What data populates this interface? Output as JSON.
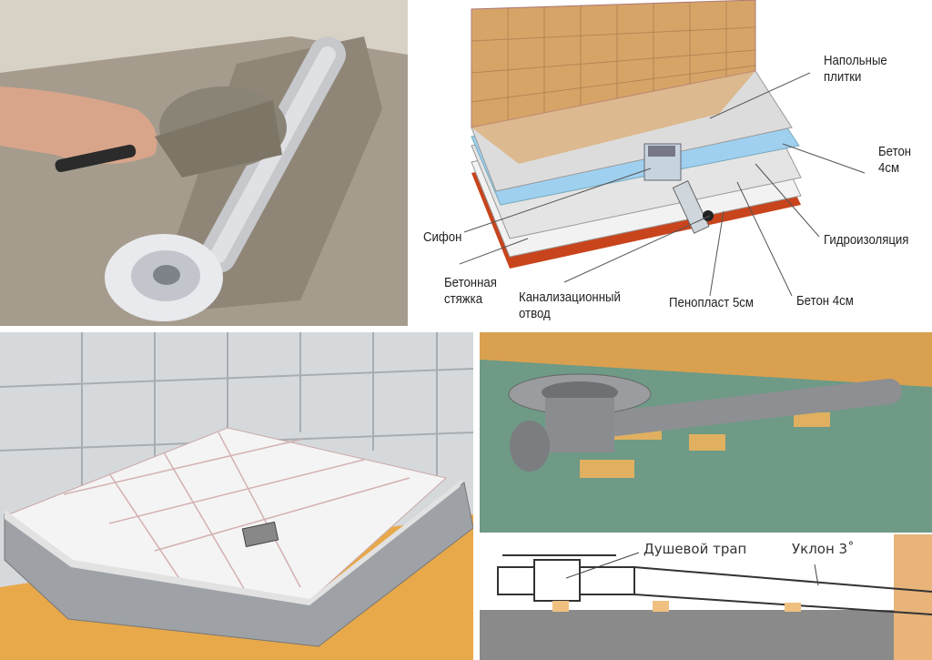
{
  "panels": {
    "photo_screed": {
      "subject": "hand-with-trowel-applying-mortar-over-drain-pipe"
    },
    "layer_diagram": {
      "labels": {
        "floor_tiles": "Напольные\nплитки",
        "concrete_top": "Бетон\n4см",
        "siphon": "Сифон",
        "waterproofing": "Гидроизоляция",
        "screed": "Бетонная\nстяжка",
        "sewer_outlet": "Канализационный\nотвод",
        "foam": "Пенопласт 5см",
        "concrete_bottom": "Бетон 4см"
      },
      "colors": {
        "tiles": "#d7a468",
        "waterproofing": "#9fd0f0",
        "base": "#c8441c",
        "concrete": "#e6e6e6"
      }
    },
    "tiled_tray": {
      "subject": "tiled-shower-tray-with-brick-curb"
    },
    "drain_render": {
      "labels": {
        "shower_drain": "Душевой трап",
        "slope": "Уклон 3˚"
      }
    }
  }
}
